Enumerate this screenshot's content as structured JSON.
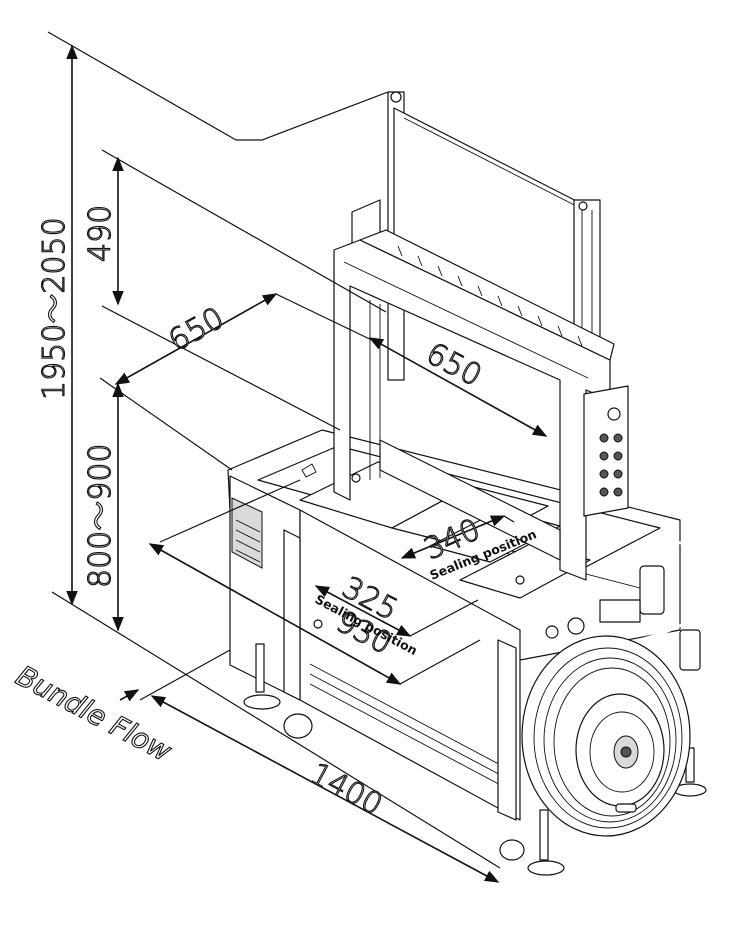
{
  "dimensions": {
    "total_height": "1950～2050",
    "top_clearance": "490",
    "table_height": "800～900",
    "arch_width": "650",
    "arch_depth": "650",
    "table_depth": "930",
    "machine_length": "1400",
    "sealing_height_a": "340",
    "sealing_height_b": "325"
  },
  "labels": {
    "sealing_position_upper": "Sealing position",
    "sealing_position_lower": "Sealing position",
    "bundle_flow": "Bundle Flow"
  },
  "colors": {
    "line": "#111111",
    "background": "#ffffff"
  }
}
